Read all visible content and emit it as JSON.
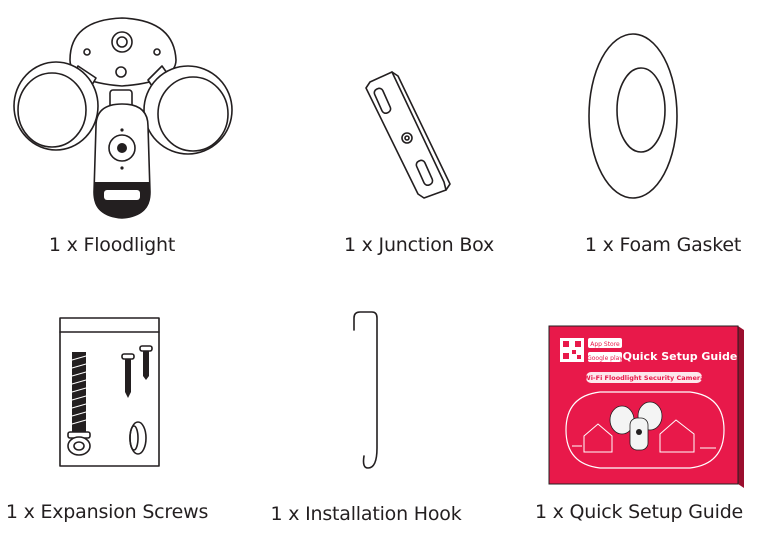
{
  "items": [
    {
      "id": "floodlight",
      "caption": "1 x Floodlight"
    },
    {
      "id": "junction-box",
      "caption": "1 x Junction Box"
    },
    {
      "id": "foam-gasket",
      "caption": "1 x Foam Gasket"
    },
    {
      "id": "expansion-screws",
      "caption": "1 x Expansion Screws"
    },
    {
      "id": "installation-hook",
      "caption": "1 x Installation Hook"
    },
    {
      "id": "quick-setup-guide",
      "caption": "1 x Quick Setup Guide"
    }
  ],
  "guide_cover": {
    "title": "Quick Setup Guide",
    "subtitle": "Wi-Fi Floodlight Security Camera",
    "app_store": "App Store",
    "google_play": "Google play"
  },
  "colors": {
    "ink": "#231f20",
    "guide_red": "#e8194a"
  }
}
